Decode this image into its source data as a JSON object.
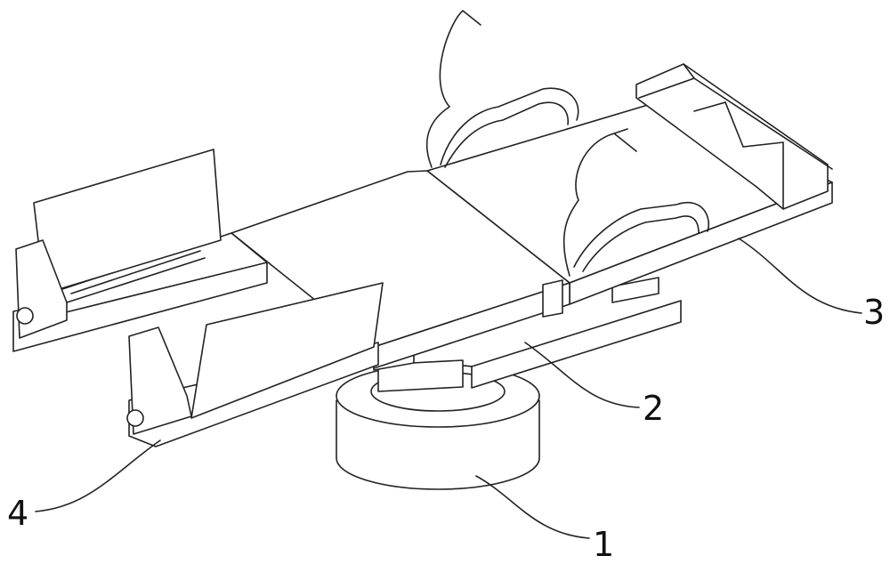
{
  "figure": {
    "labels": [
      {
        "id": "1",
        "text": "1"
      },
      {
        "id": "2",
        "text": "2"
      },
      {
        "id": "3",
        "text": "3"
      },
      {
        "id": "4",
        "text": "4"
      }
    ],
    "line_color": "#222222"
  }
}
